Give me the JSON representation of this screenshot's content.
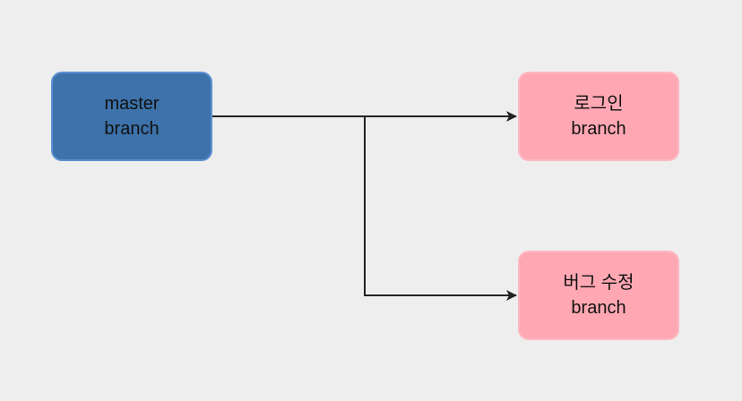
{
  "diagram": {
    "nodes": {
      "master": {
        "line1": "master",
        "line2": "branch"
      },
      "login": {
        "line1": "로그인",
        "line2": "branch"
      },
      "bugfix": {
        "line1": "버그 수정",
        "line2": "branch"
      }
    },
    "edges": [
      {
        "from": "master",
        "to": "login"
      },
      {
        "from": "master",
        "to": "bugfix"
      }
    ],
    "colors": {
      "background": "#eeeeee",
      "master_fill": "#3d72aa",
      "branch_fill": "#ffa8b3",
      "edge": "#222222"
    }
  }
}
